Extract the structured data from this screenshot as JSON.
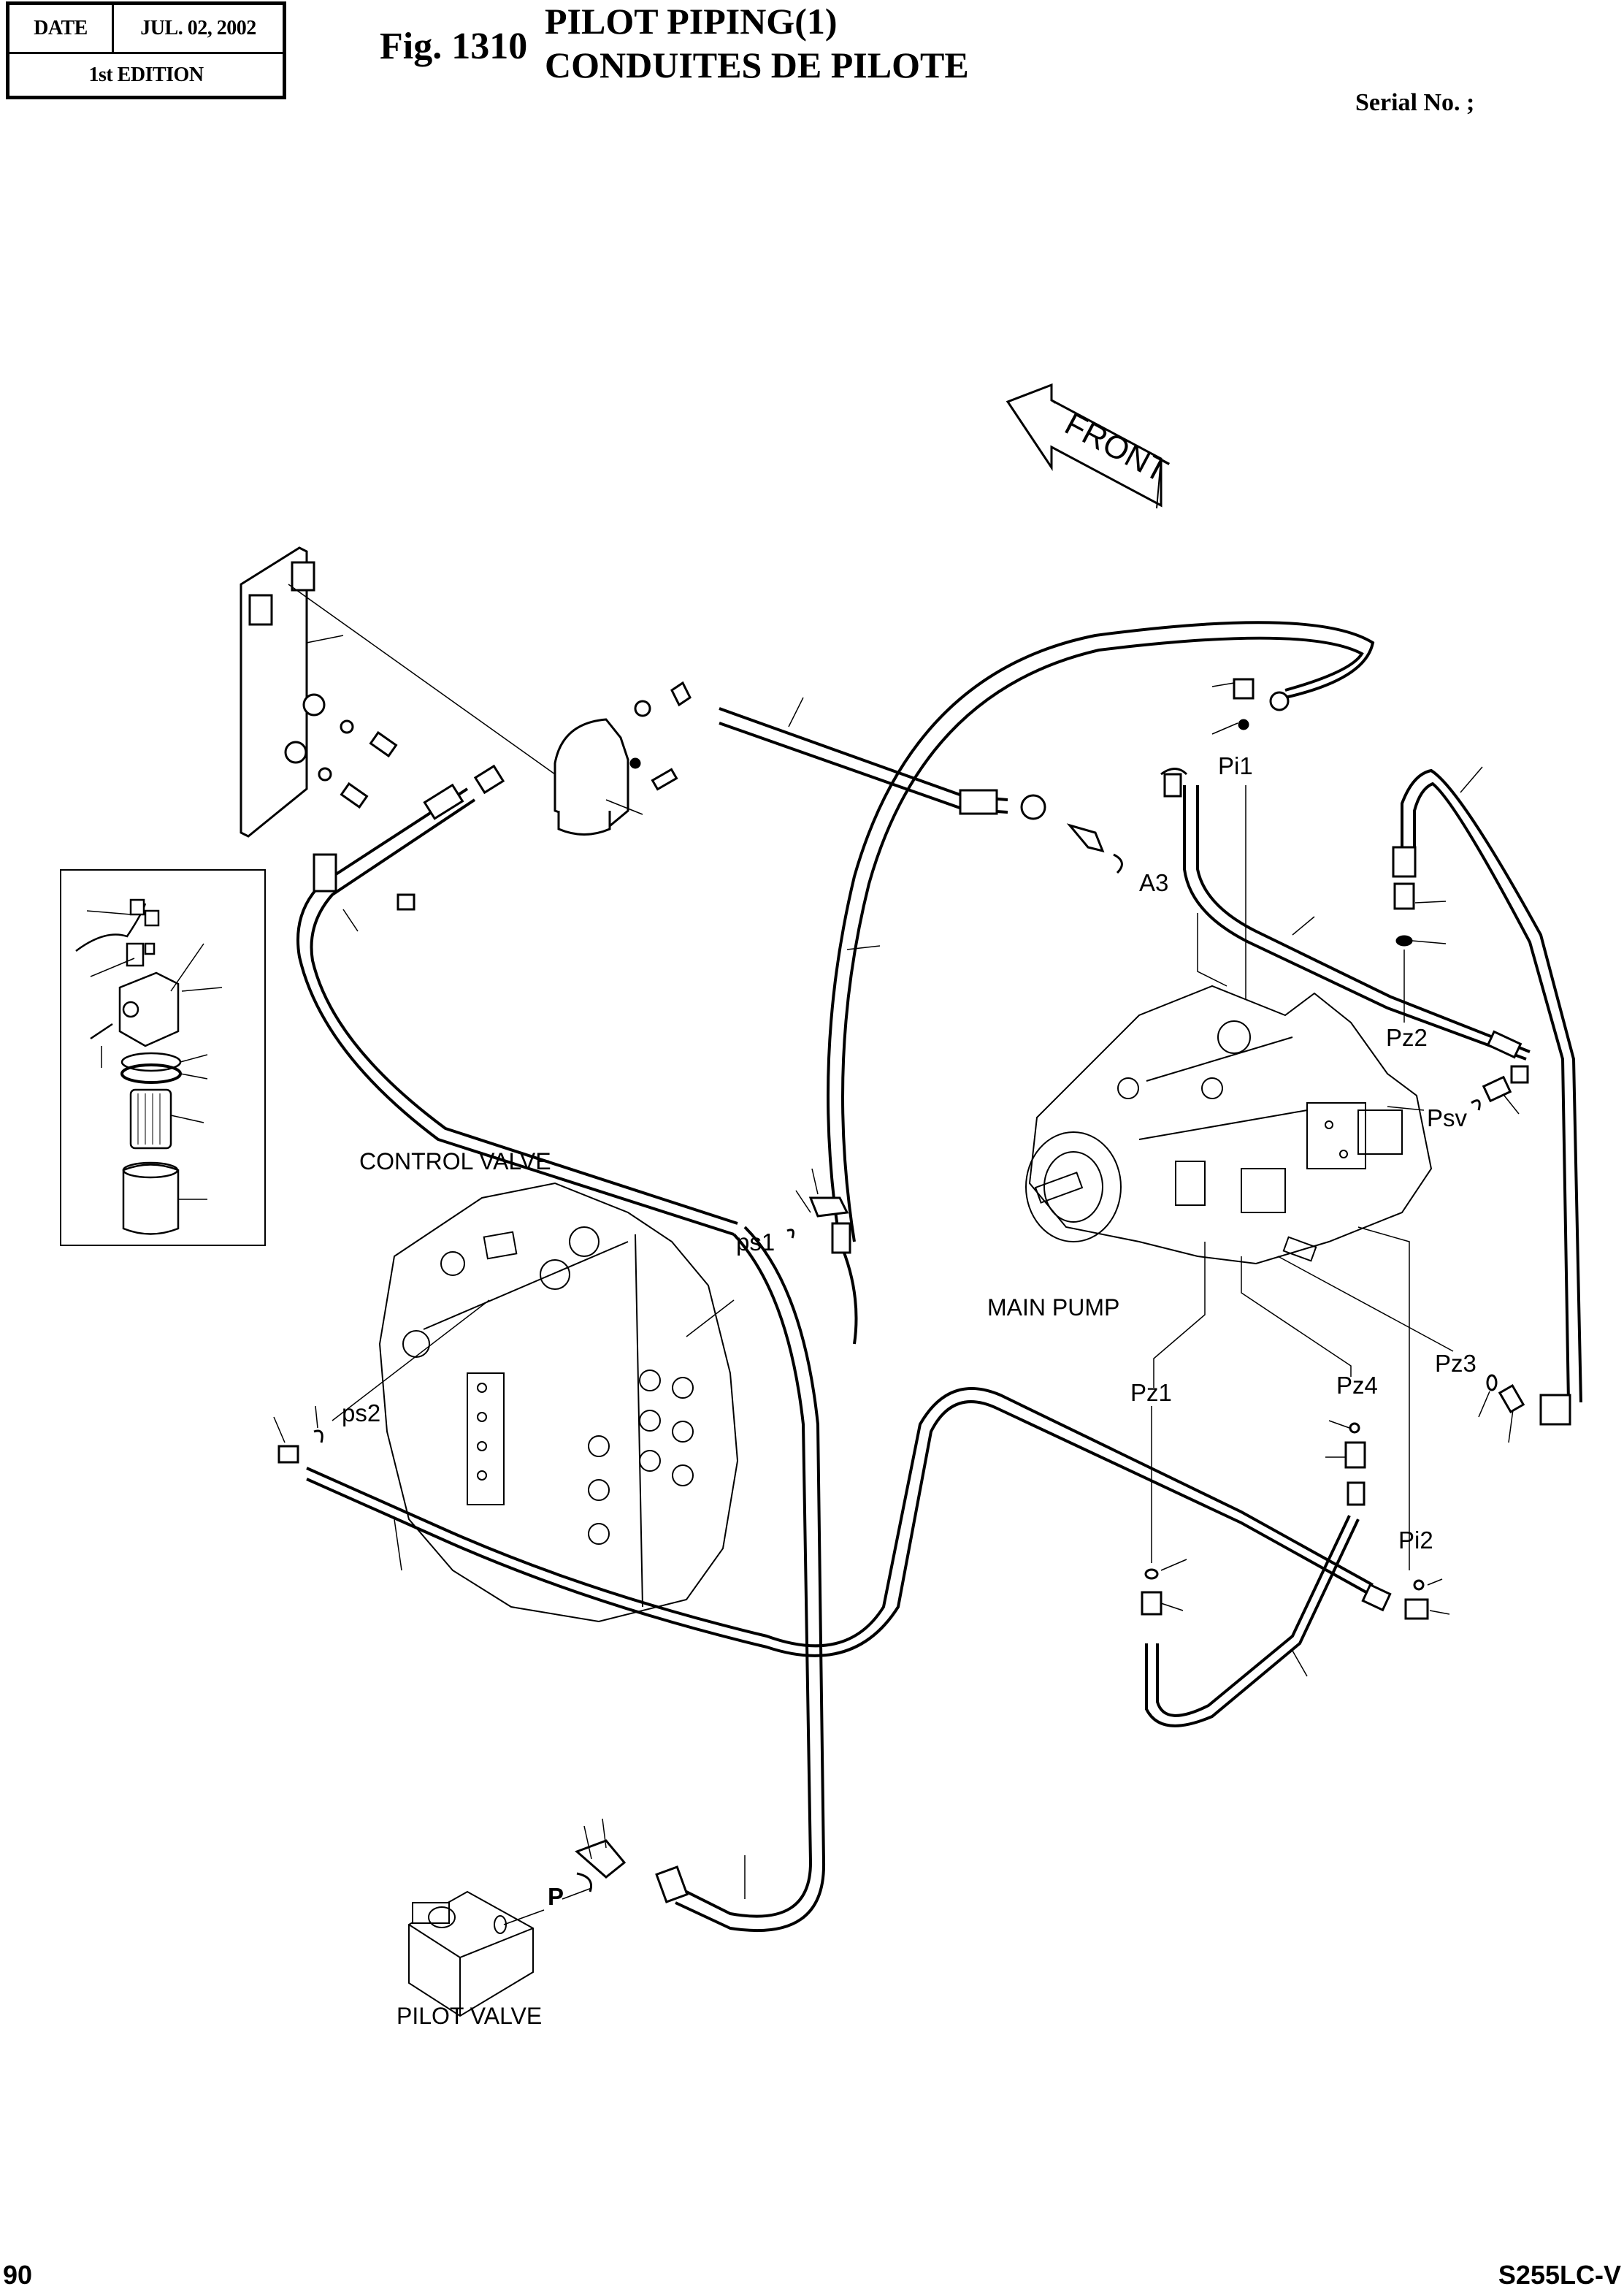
{
  "header": {
    "date_label": "DATE",
    "date_value": "JUL. 02, 2002",
    "edition": "1st EDITION",
    "figure_number": "Fig. 1310",
    "title_en": "PILOT PIPING(1)",
    "title_fr": "CONDUITES DE PILOTE",
    "serial_label": "Serial No. ;"
  },
  "diagram": {
    "front_arrow": "FRONT",
    "components": {
      "control_valve": "CONTROL VALVE",
      "main_pump": "MAIN PUMP",
      "pilot_valve": "PILOT VALVE"
    },
    "ports": {
      "pi1": "Pi1",
      "a3": "A3",
      "pz2": "Pz2",
      "psv": "Psv",
      "ps1": "ps1",
      "ps2": "ps2",
      "pz1": "Pz1",
      "pz4": "Pz4",
      "pz3": "Pz3",
      "pi2": "Pi2",
      "p": "P"
    }
  },
  "footer": {
    "page_number": "90",
    "model": "S255LC-V"
  }
}
